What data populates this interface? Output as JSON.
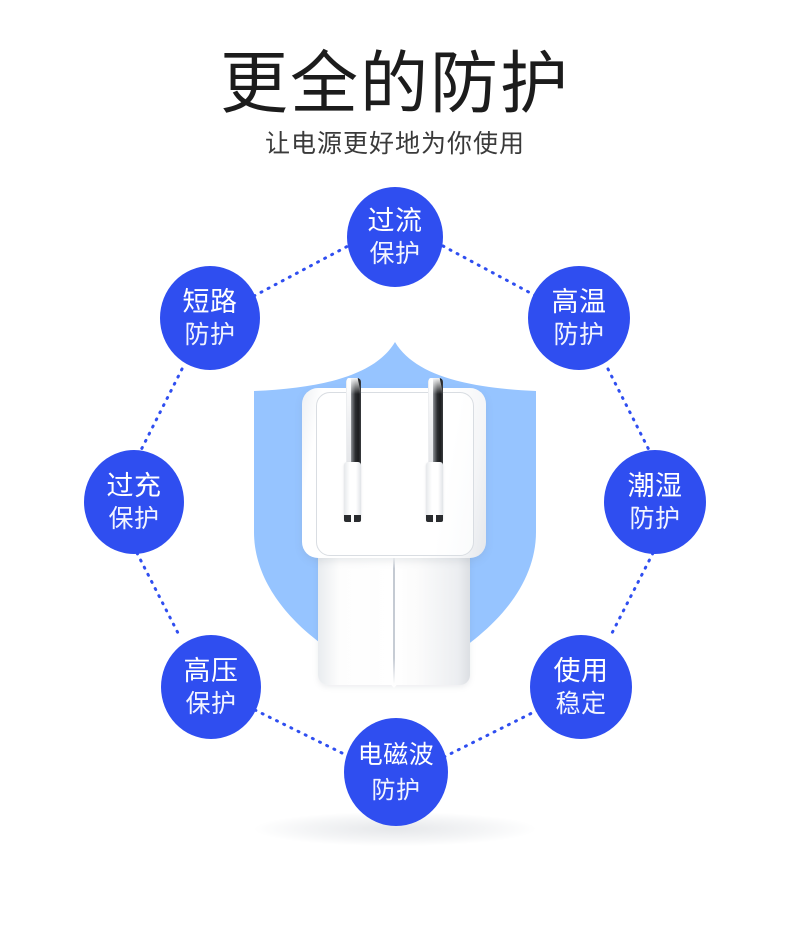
{
  "header": {
    "title": "更全的防护",
    "subtitle": "让电源更好地为你使用"
  },
  "colors": {
    "circle_blue": "#2F4EF0",
    "shield_blue": "#96C4FF",
    "connector_blue": "#2F4EF0",
    "title_text": "#1C1C1C",
    "background": "#FFFFFF",
    "circle_text": "#FFFFFF",
    "product_white": "#FFFFFF",
    "prong_dark": "#24262A"
  },
  "diagram": {
    "center_label": "shield-with-power-adapter",
    "nodes": [
      {
        "id": "overcurrent",
        "line1": "过流",
        "line2": "保护",
        "position": "top"
      },
      {
        "id": "short-circuit",
        "line1": "短路",
        "line2": "防护",
        "position": "upper-left"
      },
      {
        "id": "high-temperature",
        "line1": "高温",
        "line2": "防护",
        "position": "upper-right"
      },
      {
        "id": "overcharge",
        "line1": "过充",
        "line2": "保护",
        "position": "left"
      },
      {
        "id": "moisture",
        "line1": "潮湿",
        "line2": "防护",
        "position": "right"
      },
      {
        "id": "high-voltage",
        "line1": "高压",
        "line2": "保护",
        "position": "lower-left"
      },
      {
        "id": "stable-use",
        "line1": "使用",
        "line2": "稳定",
        "position": "lower-right"
      },
      {
        "id": "electromagnetic",
        "line1": "电磁波",
        "line2": "防护",
        "position": "bottom"
      }
    ]
  },
  "chart_data": {
    "type": "diagram",
    "title": "更全的防护",
    "subtitle": "让电源更好地为你使用",
    "layout": "radial-octagon-ring-around-center-shield",
    "categories": [
      "过流保护",
      "短路防护",
      "高温防护",
      "过充保护",
      "潮湿防护",
      "高压保护",
      "使用稳定",
      "电磁波防护"
    ],
    "connections": [
      [
        "短路防护",
        "过流保护"
      ],
      [
        "过流保护",
        "高温防护"
      ],
      [
        "短路防护",
        "过充保护"
      ],
      [
        "高温防护",
        "潮湿防护"
      ],
      [
        "过充保护",
        "高压保护"
      ],
      [
        "潮湿防护",
        "使用稳定"
      ],
      [
        "高压保护",
        "电磁波防护"
      ],
      [
        "电磁波防护",
        "使用稳定"
      ]
    ],
    "connector_style": "dotted",
    "legend": "none",
    "grid": false
  }
}
